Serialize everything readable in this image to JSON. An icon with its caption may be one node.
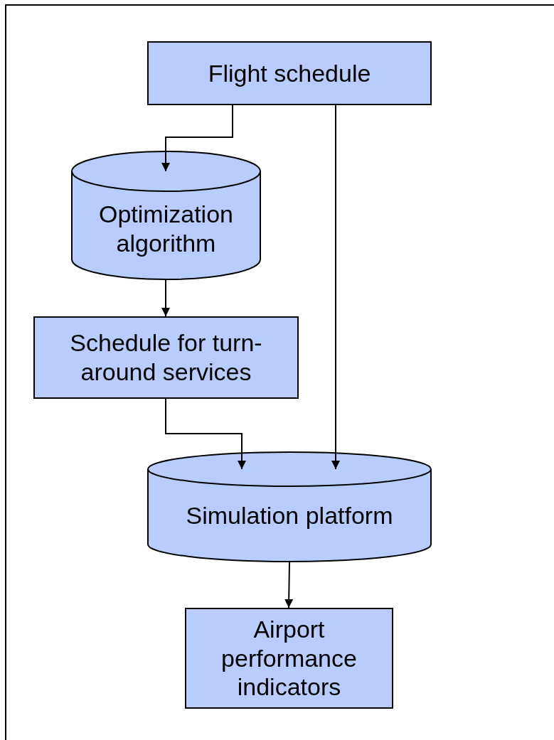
{
  "diagram": {
    "nodes": [
      {
        "text": [
          "Flight schedule"
        ]
      },
      {
        "text": [
          "Optimization algorithm"
        ]
      },
      {
        "text": [
          "Schedule for turn-around services"
        ]
      },
      {
        "text": [
          "Simulation platform"
        ]
      },
      {
        "text": [
          "Airport performance indicators"
        ]
      }
    ],
    "edges": [
      {
        "from": 0,
        "to": 1,
        "arrow": "to"
      },
      {
        "from": 1,
        "to": 2,
        "arrow": "to"
      },
      {
        "from": 2,
        "to": 3,
        "arrow": "to"
      },
      {
        "from": 0,
        "to": 3,
        "arrow": "to"
      },
      {
        "from": 3,
        "to": 4,
        "arrow": "to"
      }
    ]
  }
}
